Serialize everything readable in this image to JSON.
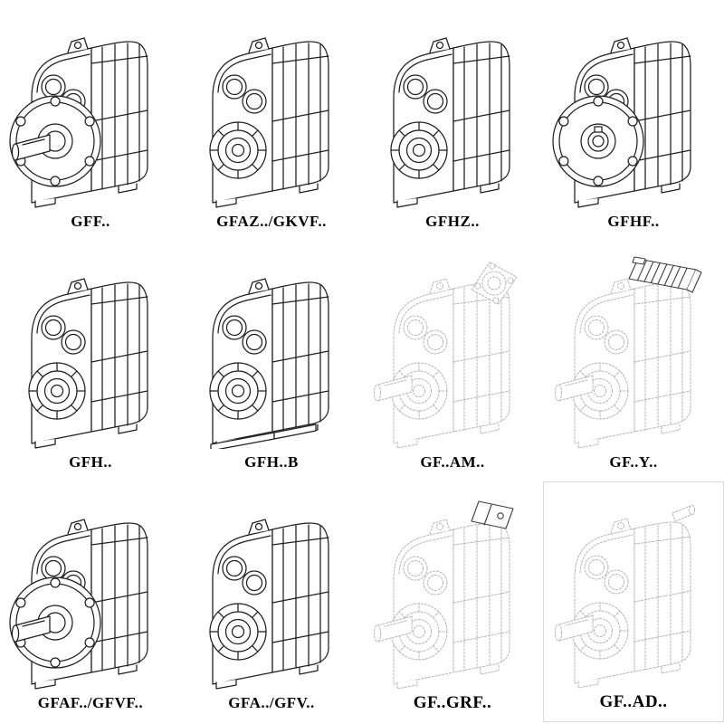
{
  "page": {
    "kind": "gearbox-catalog-sheet",
    "description": "Grid of parallel shaft helical gear unit variant line drawings"
  },
  "colors": {
    "line": "#1f1f1f",
    "ghost": "#b5b5b5",
    "attachment": "#3c3c3c",
    "bg": "#ffffff"
  },
  "grid": {
    "items": [
      {
        "label": "GFF..",
        "drawing": "gearbox-flange-output-solid-shaft"
      },
      {
        "label": "GFAZ../GKVF..",
        "drawing": "gearbox-hollow-bore"
      },
      {
        "label": "GFHZ..",
        "drawing": "gearbox-hollow-bore"
      },
      {
        "label": "GFHF..",
        "drawing": "gearbox-flange-output-hollow-shaft"
      },
      {
        "label": "GFH..",
        "drawing": "gearbox-hollow-bore"
      },
      {
        "label": "GFH..B",
        "drawing": "gearbox-hollow-bore-with-base"
      },
      {
        "label": "GF..AM..",
        "drawing": "gearbox-ghost-with-iec-adapter-flange"
      },
      {
        "label": "GF..Y..",
        "drawing": "gearbox-ghost-with-motor"
      },
      {
        "label": "GFAF../GFVF..",
        "drawing": "gearbox-flange-output-solid-shaft"
      },
      {
        "label": "GFA../GFV..",
        "drawing": "gearbox-hollow-bore"
      },
      {
        "label": "GF..GRF..",
        "drawing": "gearbox-ghost-with-adapter-block"
      },
      {
        "label": "GF..AD..",
        "drawing": "gearbox-ghost-with-input-shaft-stub"
      }
    ]
  }
}
